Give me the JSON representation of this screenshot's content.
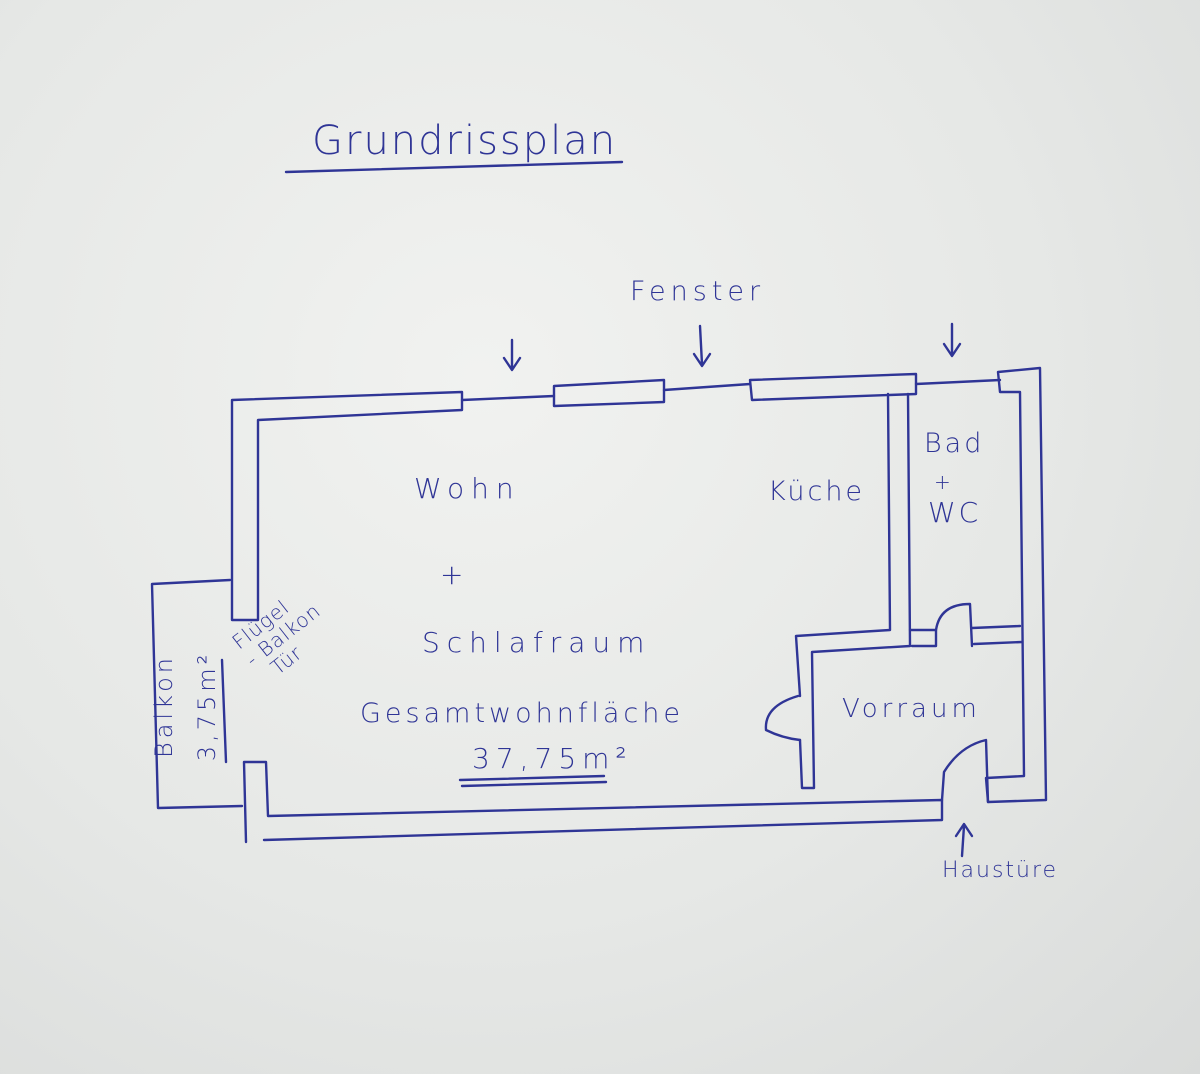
{
  "title": "Grundrissplan",
  "labels": {
    "fenster": "Fenster",
    "wohn": "Wohn",
    "plus": "+",
    "schlafraum": "Schlafraum",
    "gesamtwohnflaeche": "Gesamtwohnfläche",
    "gesamt_area": "37,75m²",
    "kueche": "Küche",
    "bad": "Bad",
    "wc": "WC",
    "vorraum": "Vorraum",
    "haustuere": "Haustüre",
    "balkon": "Balkon",
    "balkon_area": "3,75m²",
    "fluegel_tuer": "Flügel\n- Balkon\n  Tür"
  },
  "colors": {
    "ink": "#2f3596",
    "paper": "#e8e9e7"
  }
}
